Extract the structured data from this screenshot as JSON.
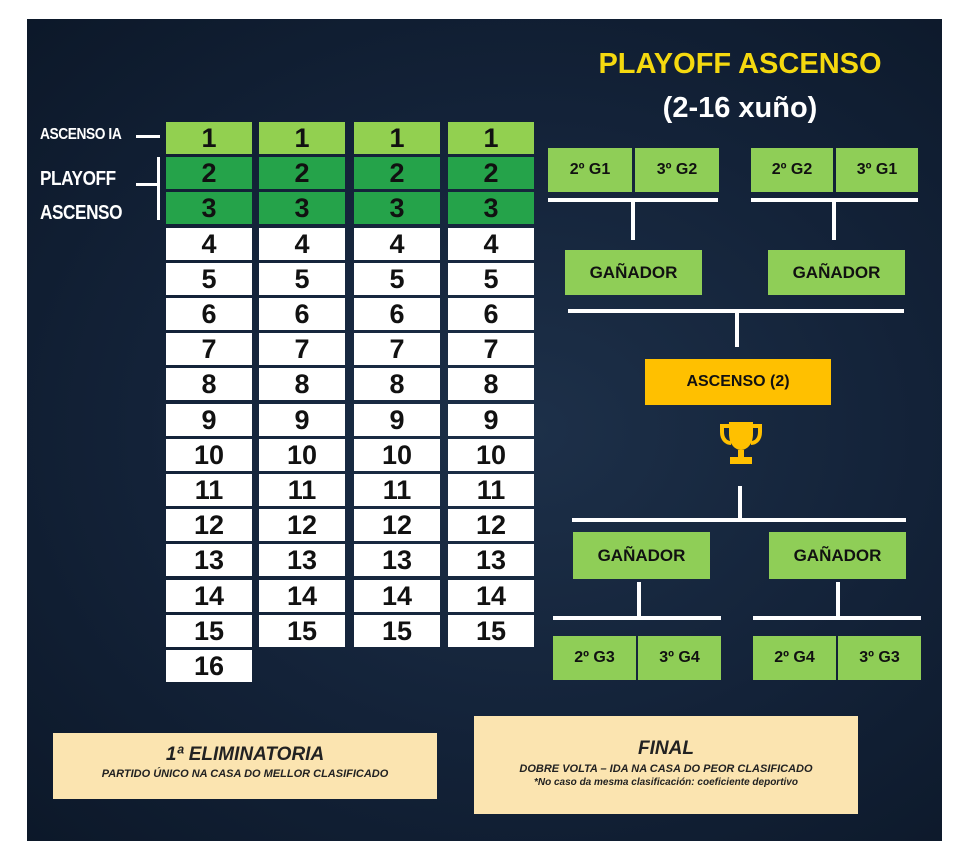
{
  "title": "PLAYOFF ASCENSO",
  "dates": "(2-16 xuño)",
  "legend": {
    "ascenso": "ASCENSO IA",
    "playoff": "PLAYOFF",
    "playoff2": "ASCENSO"
  },
  "columns": [
    [
      "1",
      "2",
      "3",
      "4",
      "5",
      "6",
      "7",
      "8",
      "9",
      "10",
      "11",
      "12",
      "13",
      "14",
      "15",
      "16"
    ],
    [
      "1",
      "2",
      "3",
      "4",
      "5",
      "6",
      "7",
      "8",
      "9",
      "10",
      "11",
      "12",
      "13",
      "14",
      "15"
    ],
    [
      "1",
      "2",
      "3",
      "4",
      "5",
      "6",
      "7",
      "8",
      "9",
      "10",
      "11",
      "12",
      "13",
      "14",
      "15"
    ],
    [
      "1",
      "2",
      "3",
      "4",
      "5",
      "6",
      "7",
      "8",
      "9",
      "10",
      "11",
      "12",
      "13",
      "14",
      "15"
    ]
  ],
  "bracket": {
    "top_left": {
      "a": "2º G1",
      "b": "3º G2"
    },
    "top_right": {
      "a": "2º G2",
      "b": "3º G1"
    },
    "winner_tl": "GAÑADOR",
    "winner_tr": "GAÑADOR",
    "promotion": "ASCENSO (2)",
    "winner_bl": "GAÑADOR",
    "winner_br": "GAÑADOR",
    "bottom_left": {
      "a": "2º G3",
      "b": "3º G4"
    },
    "bottom_right": {
      "a": "2º G4",
      "b": "3º G3"
    }
  },
  "notes": {
    "first": {
      "heading": "1ª ELIMINATORIA",
      "text": "PARTIDO ÚNICO NA CASA DO MELLOR CLASIFICADO"
    },
    "final": {
      "heading": "FINAL",
      "text": "DOBRE VOLTA – IDA NA CASA DO PEOR CLASIFICADO",
      "text2": "*No caso da mesma clasificación: coeficiente deportivo"
    }
  },
  "colors": {
    "highlight_1": "#92d050",
    "highlight_2_3": "#25a34a",
    "bracket_box": "#8fce57",
    "promotion_box": "#ffc000",
    "title": "#f5d90f",
    "background": "#132238"
  },
  "icons": [
    "trophy-icon"
  ]
}
